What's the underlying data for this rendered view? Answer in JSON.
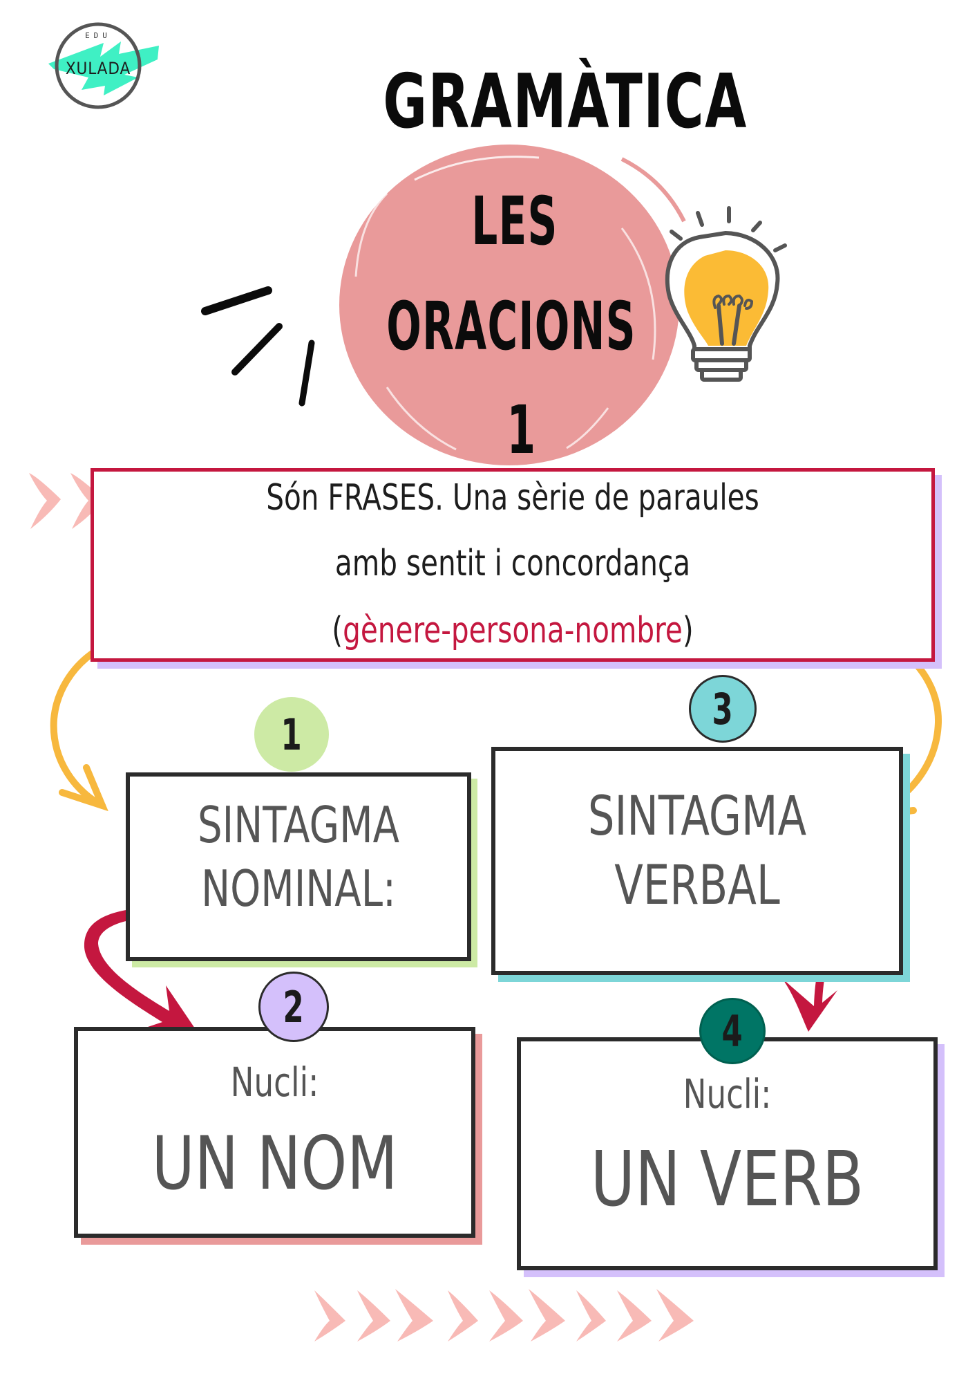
{
  "logo": {
    "top_text": "EDU",
    "brand": "XULADA",
    "accent_color": "#3ff0c4",
    "ring_color": "#555555"
  },
  "header": {
    "title": "GRAMÀTICA"
  },
  "topic_badge": {
    "line1": "LES",
    "line2": "ORACIONS",
    "line3": "1",
    "color": "#e99a9a"
  },
  "decorations": {
    "lightbulb_icon": "lightbulb-icon",
    "lightbulb_fill": "#fbbb35",
    "chevron_color": "#f8bab6",
    "yellow_arrow_color": "#f7b83e",
    "red_arrow_color": "#c4173f",
    "bottom_chevron_count": 9,
    "left_chevron_count": 3
  },
  "intro": {
    "line1": "Són FRASES. Una sèrie de paraules",
    "line2": "amb sentit i concordança",
    "line3_open": "(",
    "line3_accent": "gènere-persona-nombre",
    "line3_close": ")",
    "border_color": "#c4173f",
    "shadow_color": "#d4c0fb"
  },
  "cards": [
    {
      "number": "1",
      "line1": "SINTAGMA",
      "line2": "NOMINAL:",
      "badge_color": "#cdeaa5",
      "shadow_color": "#cdeaa5"
    },
    {
      "number": "2",
      "label": "Nucli:",
      "value": "UN NOM",
      "badge_color": "#d4c0fb",
      "shadow_color": "#e99a9a"
    },
    {
      "number": "3",
      "line1": "SINTAGMA",
      "line2": "VERBAL",
      "badge_color": "#7dd6d8",
      "shadow_color": "#7dd6d8"
    },
    {
      "number": "4",
      "label": "Nucli:",
      "value": "UN VERB",
      "badge_color": "#007565",
      "shadow_color": "#d4c0fb"
    }
  ]
}
